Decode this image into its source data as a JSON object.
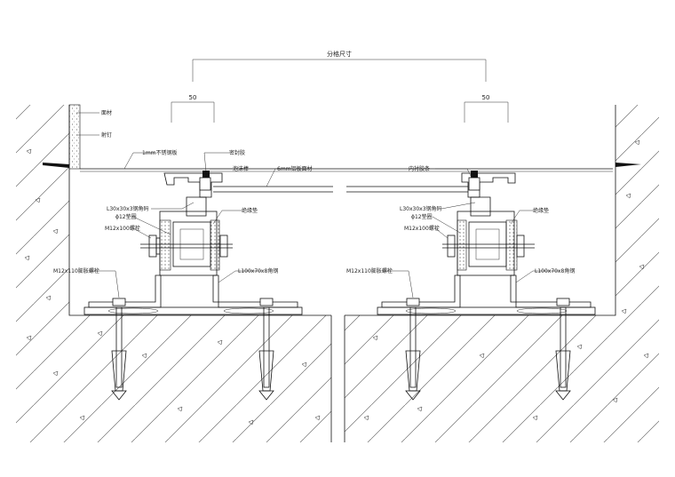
{
  "dimensions": {
    "overall_gap": "分格尺寸",
    "left_offset": "50",
    "right_offset": "50"
  },
  "left_labels": {
    "facing": "面材",
    "fixing": "射钉",
    "steel_plate": "1mm不锈钢板",
    "sealant": "密封胶",
    "foam_rod": "泡沫棒",
    "aluminum_panel": "6mm铝板面材",
    "angle": "L30x30x3钢角码",
    "washer": "ϕ12垫圈",
    "bolt": "M12x100螺栓",
    "pad": "绝缘垫",
    "anchor": "M12x110膨胀螺栓",
    "bracket": "L100x70x8角钢"
  },
  "right_labels": {
    "inner_sealant": "内衬胶条",
    "angle": "L30x30x3钢角码",
    "washer": "ϕ12垫圈",
    "bolt": "M12x100螺栓",
    "pad": "绝缘垫",
    "anchor": "M12x110膨胀螺栓",
    "bracket": "L100x70x8角钢"
  }
}
